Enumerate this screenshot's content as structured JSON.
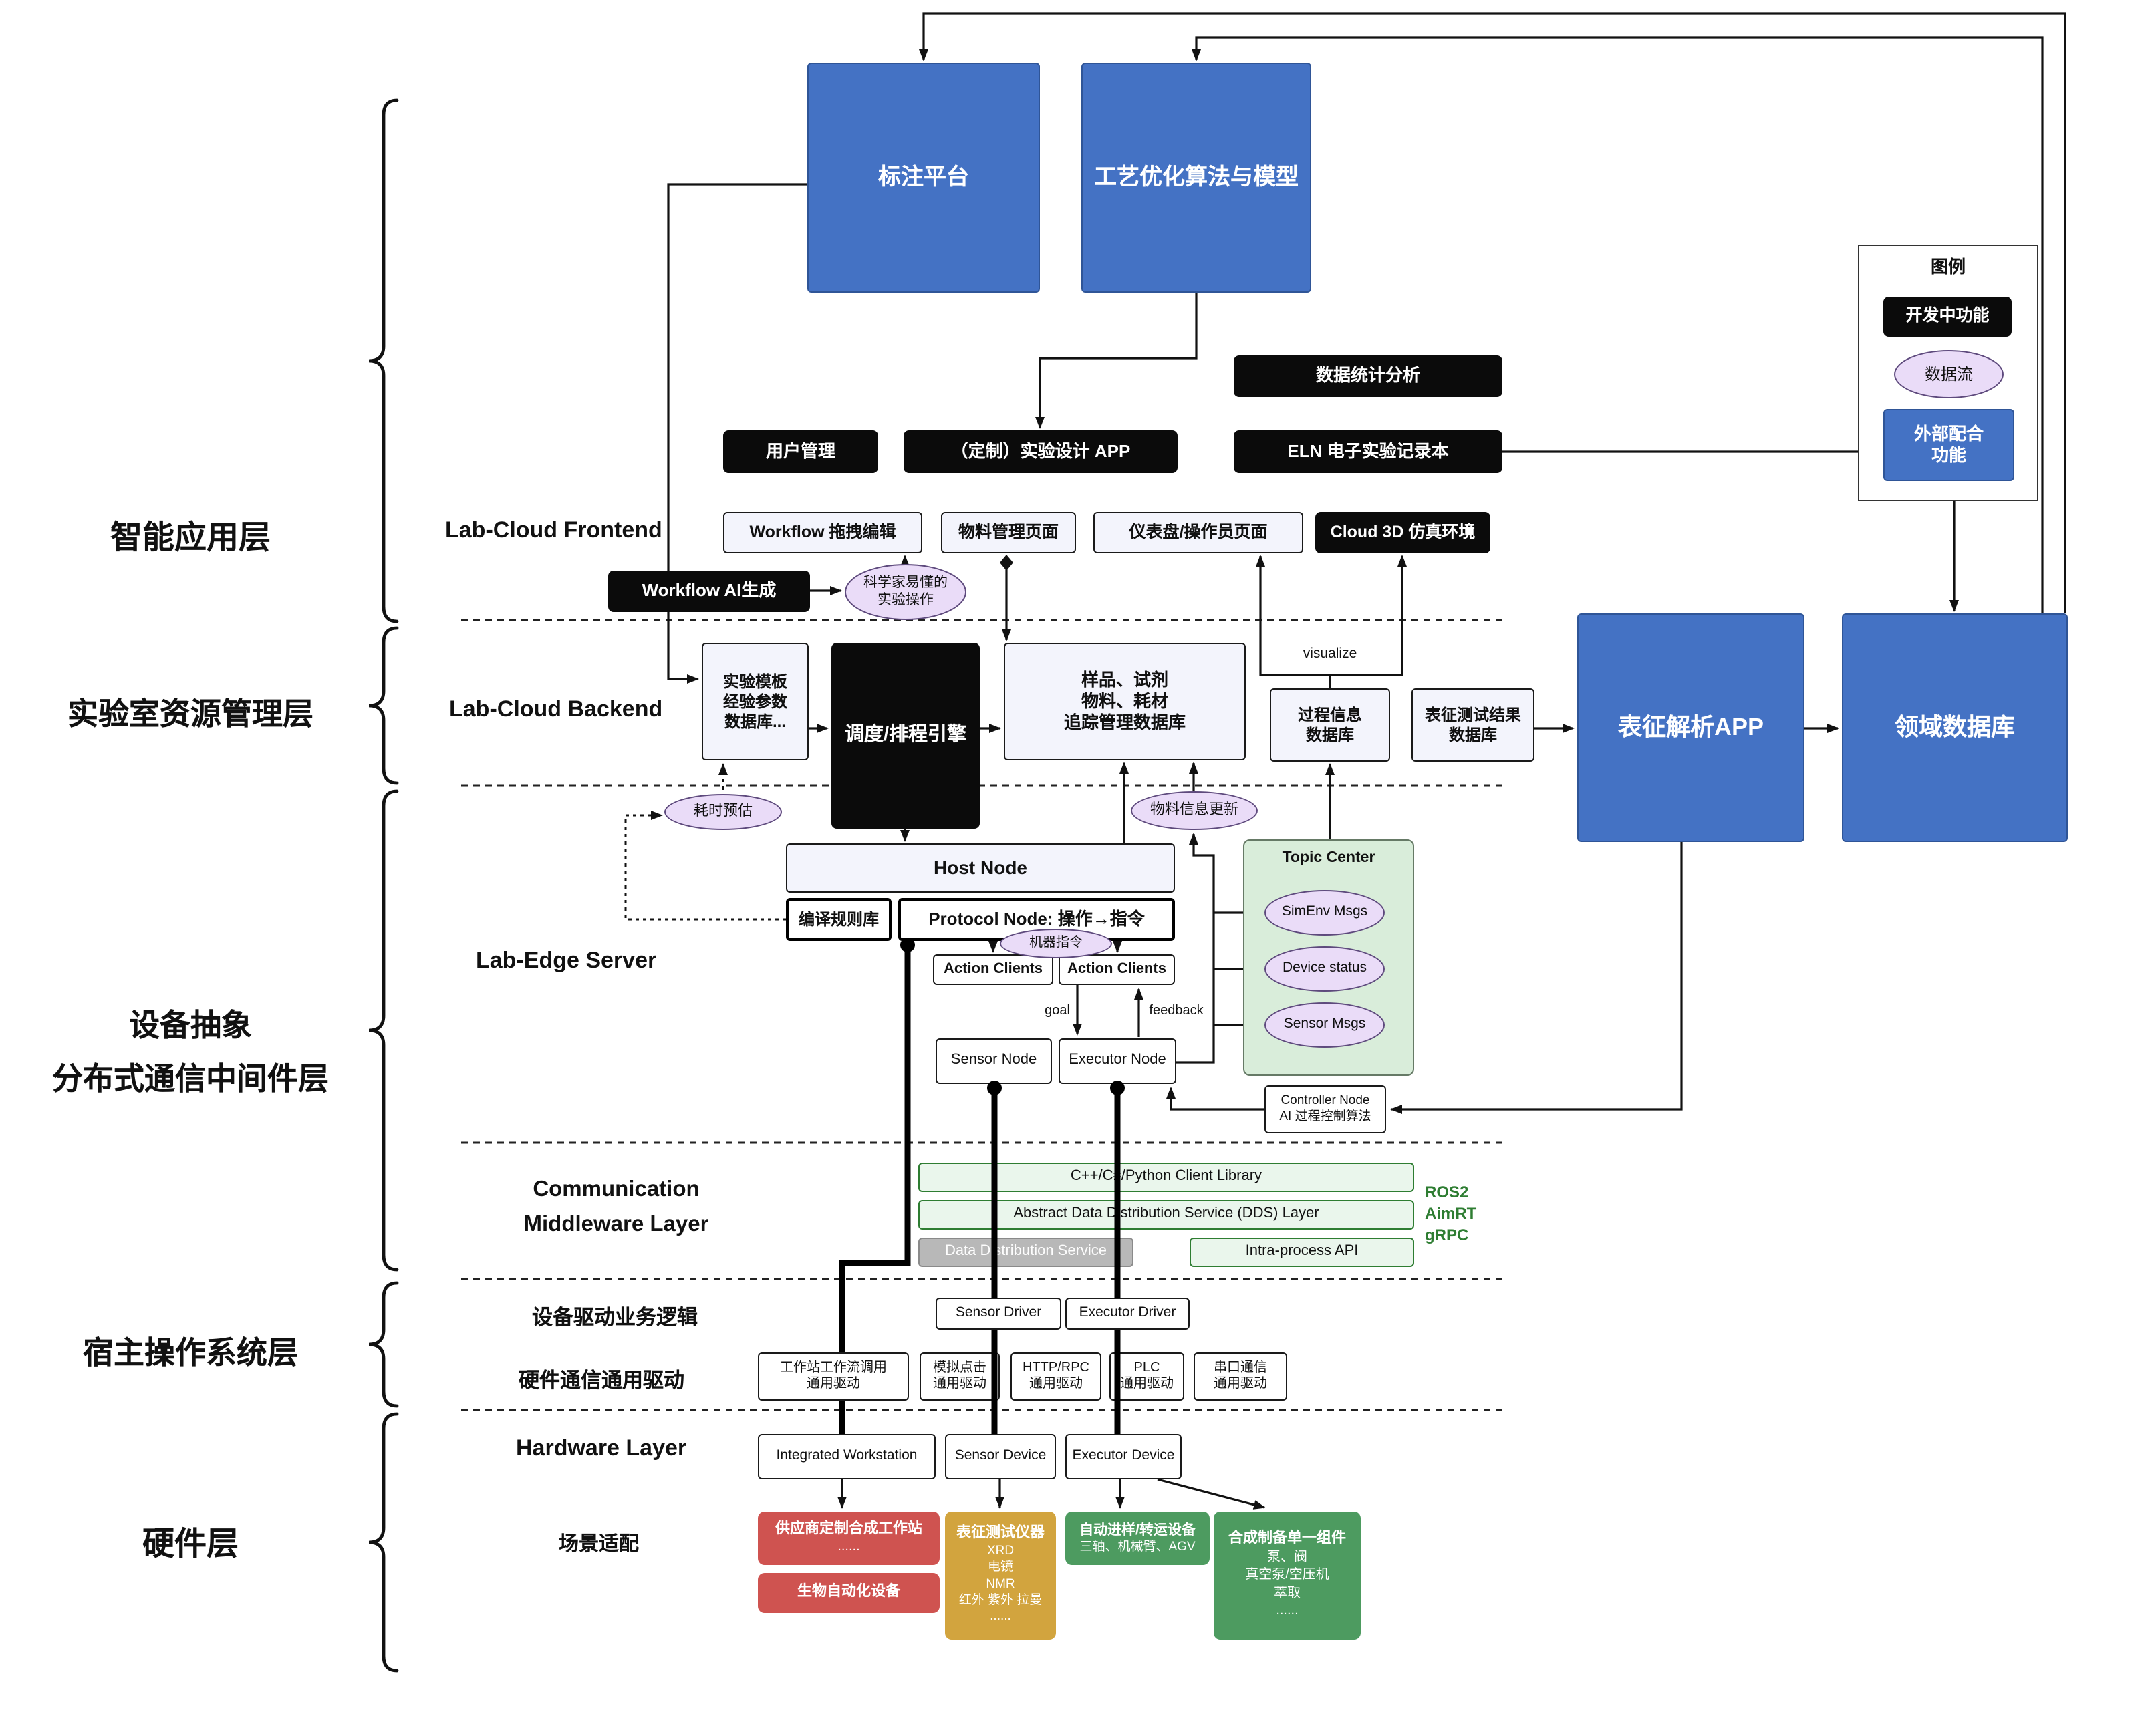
{
  "layers": {
    "app": "智能应用层",
    "resource": "实验室资源管理层",
    "device": "设备抽象\n分布式通信中间件层",
    "host_os": "宿主操作系统层",
    "hardware": "硬件层"
  },
  "section_labels": {
    "frontend": "Lab-Cloud Frontend",
    "backend": "Lab-Cloud Backend",
    "edge": "Lab-Edge Server",
    "comm": "Communication\nMiddleware Layer",
    "driver_logic": "设备驱动业务逻辑",
    "hw_driver": "硬件通信通用驱动",
    "hardware": "Hardware Layer",
    "scene": "场景适配"
  },
  "top": {
    "annotation": "标注平台",
    "optimization": "工艺优化算法与模型"
  },
  "apps": {
    "stats": "数据统计分析",
    "user_mgmt": "用户管理",
    "custom_app": "（定制）实验设计 APP",
    "eln": "ELN 电子实验记录本"
  },
  "frontend": {
    "workflow_edit": "Workflow 拖拽编辑",
    "material_page": "物料管理页面",
    "dashboard": "仪表盘/操作员页面",
    "cloud3d": "Cloud 3D 仿真环境",
    "workflow_ai": "Workflow AI生成",
    "sci_ops": "科学家易懂的\n实验操作"
  },
  "backend": {
    "template_db": "实验模板\n经验参数\n数据库...",
    "scheduler": "调度/排程引擎",
    "tracking_db": "样品、试剂\n物料、耗材\n追踪管理数据库",
    "process_db": "过程信息\n数据库",
    "char_db": "表征测试结果\n数据库",
    "visualize": "visualize",
    "char_app": "表征解析APP",
    "domain_db": "领域数据库"
  },
  "edge": {
    "time_estimate": "耗时预估",
    "material_update": "物料信息更新",
    "host_node": "Host Node",
    "compile_lib": "编译规则库",
    "protocol_node": "Protocol Node: 操作→指令",
    "machine_cmd": "机器指令",
    "action_clients_1": "Action Clients",
    "action_clients_2": "Action Clients",
    "goal": "goal",
    "feedback": "feedback",
    "sensor_node": "Sensor Node",
    "executor_node": "Executor Node",
    "topic_center": "Topic Center",
    "simenv": "SimEnv Msgs",
    "device_status": "Device status",
    "sensor_msgs": "Sensor Msgs",
    "controller": "Controller Node\nAI 过程控制算法"
  },
  "middleware": {
    "client_lib": "C++/C#/Python Client Library",
    "dds_layer": "Abstract Data Distribution Service (DDS) Layer",
    "dds": "Data Distribution Service",
    "intra_api": "Intra-process API",
    "stack": "ROS2\nAimRT\ngRPC"
  },
  "drivers": {
    "sensor_driver": "Sensor Driver",
    "executor_driver": "Executor Driver",
    "ws_driver": "工作站工作流调用\n通用驱动",
    "click_driver": "模拟点击\n通用驱动",
    "http_driver": "HTTP/RPC\n通用驱动",
    "plc_driver": "PLC\n通用驱动",
    "serial_driver": "串口通信\n通用驱动"
  },
  "hardware": {
    "workstation": "Integrated Workstation",
    "sensor_device": "Sensor Device",
    "executor_device": "Executor Device"
  },
  "scene": {
    "vendor_ws_title": "供应商定制合成工作站",
    "vendor_ws_sub": "......",
    "bio": "生物自动化设备",
    "char_inst_title": "表征测试仪器",
    "char_inst_items": "XRD\n电镜\nNMR\n红外 紫外 拉曼\n......",
    "transfer_title": "自动进样/转运设备",
    "transfer_items": "三轴、机械臂、AGV",
    "component_title": "合成制备单一组件",
    "component_items": "泵、阀\n真空泵/空压机\n萃取\n......"
  },
  "legend": {
    "title": "图例",
    "dev": "开发中功能",
    "dataflow": "数据流",
    "external": "外部配合\n功能"
  },
  "colors": {
    "blue": "#4472c4",
    "black": "#0b0b0b",
    "purple": "#eadcf8",
    "green_panel": "#d9edda",
    "red": "#cf5350",
    "gold": "#d2a43e",
    "green": "#4d9b60"
  }
}
